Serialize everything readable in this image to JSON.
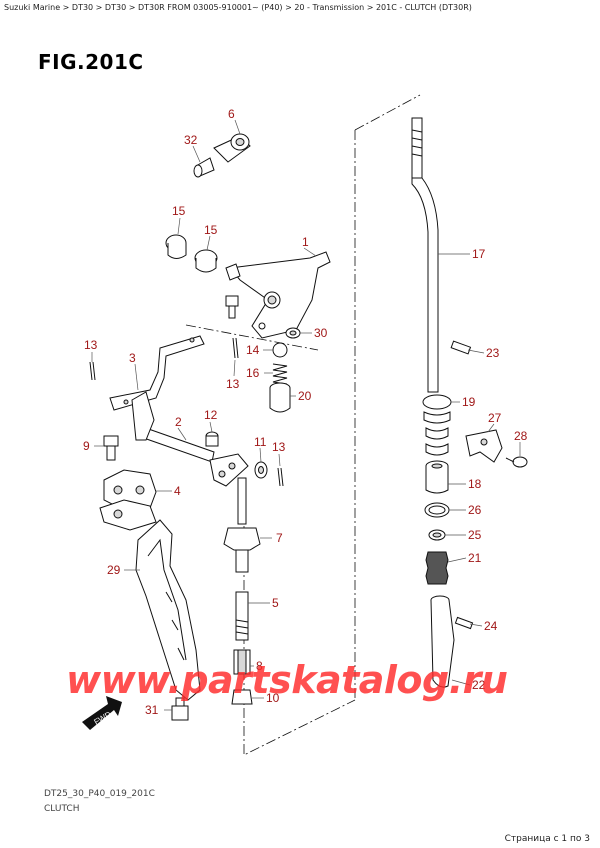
{
  "breadcrumb": "Suzuki Marine > DT30 > DT30 > DT30R FROM 03005-910001~ (P40) > 20 - Transmission > 201C - CLUTCH (DT30R)",
  "figure_title": "FIG.201C",
  "footer_code": "DT25_30_P40_019_201C",
  "footer_name": "CLUTCH",
  "pager": "Страница с 1 по 3",
  "watermark": "www.partskatalog.ru",
  "fwd_label": "FWD",
  "callouts": {
    "c1": "1",
    "c2": "2",
    "c3": "3",
    "c4": "4",
    "c5": "5",
    "c6": "6",
    "c7": "7",
    "c8": "8",
    "c9": "9",
    "c10": "10",
    "c11": "11",
    "c12": "12",
    "c13a": "13",
    "c13b": "13",
    "c13c": "13",
    "c14": "14",
    "c15a": "15",
    "c15b": "15",
    "c16": "16",
    "c17": "17",
    "c18": "18",
    "c19": "19",
    "c20": "20",
    "c21": "21",
    "c22": "22",
    "c23": "23",
    "c24": "24",
    "c25": "25",
    "c26": "26",
    "c27": "27",
    "c28": "28",
    "c29": "29",
    "c30": "30",
    "c31": "31",
    "c32": "32"
  }
}
